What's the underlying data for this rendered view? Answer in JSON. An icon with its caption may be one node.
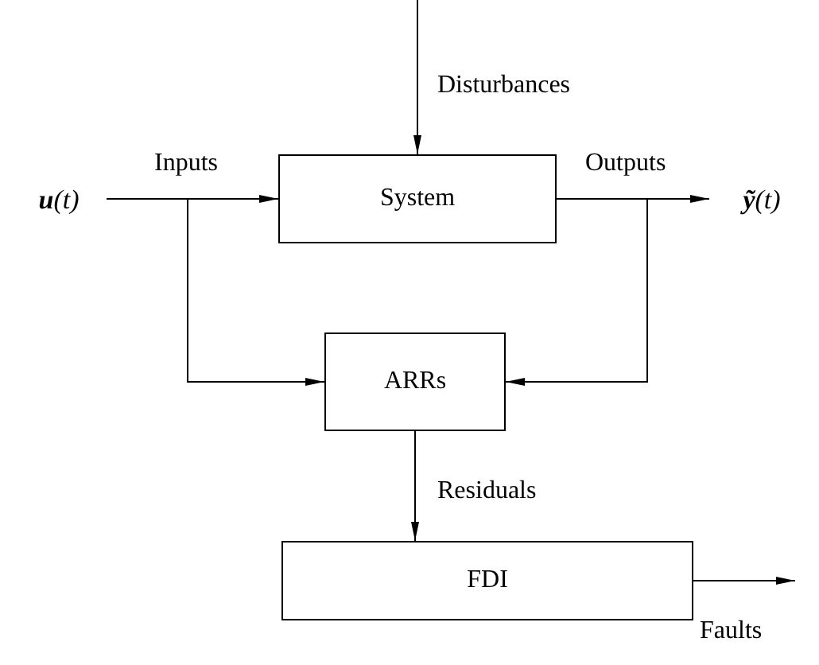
{
  "diagram": {
    "nodes": [
      {
        "text": [
          "**u**(t)"
        ]
      },
      {
        "text": [
          "System"
        ]
      },
      {
        "text": [
          "**ỹ**(t)"
        ]
      },
      {
        "text": [
          "ARRs"
        ]
      },
      {
        "text": [
          "FDI"
        ]
      }
    ],
    "edges": [
      {
        "from": null,
        "to": 1,
        "arrow": "to",
        "label": "Disturbances"
      },
      {
        "from": 0,
        "to": 1,
        "arrow": "to",
        "label": "Inputs"
      },
      {
        "from": 1,
        "to": 2,
        "arrow": "to",
        "label": "Outputs"
      },
      {
        "from": 0,
        "to": 3,
        "arrow": "to"
      },
      {
        "from": 1,
        "to": 3,
        "arrow": "to"
      },
      {
        "from": 3,
        "to": 4,
        "arrow": "to",
        "label": "Residuals"
      },
      {
        "from": 4,
        "to": null,
        "arrow": "to",
        "label": "Faults"
      }
    ]
  }
}
